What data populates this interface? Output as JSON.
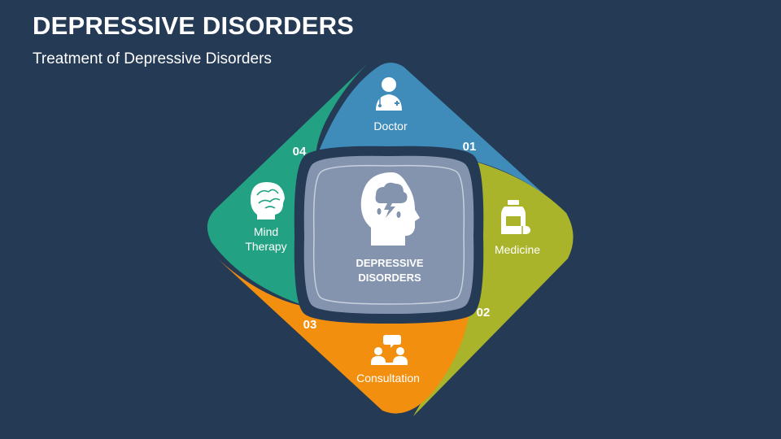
{
  "title": "DEPRESSIVE DISORDERS",
  "subtitle": "Treatment of Depressive Disorders",
  "center": {
    "line1": "DEPRESSIVE",
    "line2": "DISORDERS",
    "icon": "head-storm-icon",
    "color": "#8494ae"
  },
  "segments": [
    {
      "number": "01",
      "label": "Doctor",
      "icon": "doctor-icon",
      "color": "#3f8cba"
    },
    {
      "number": "02",
      "label": "Medicine",
      "icon": "medicine-icon",
      "color": "#a9b42a"
    },
    {
      "number": "03",
      "label": "Consultation",
      "icon": "consultation-icon",
      "color": "#f38f0f"
    },
    {
      "number": "04",
      "label_line1": "Mind",
      "label_line2": "Therapy",
      "icon": "brain-icon",
      "color": "#22a283"
    }
  ]
}
